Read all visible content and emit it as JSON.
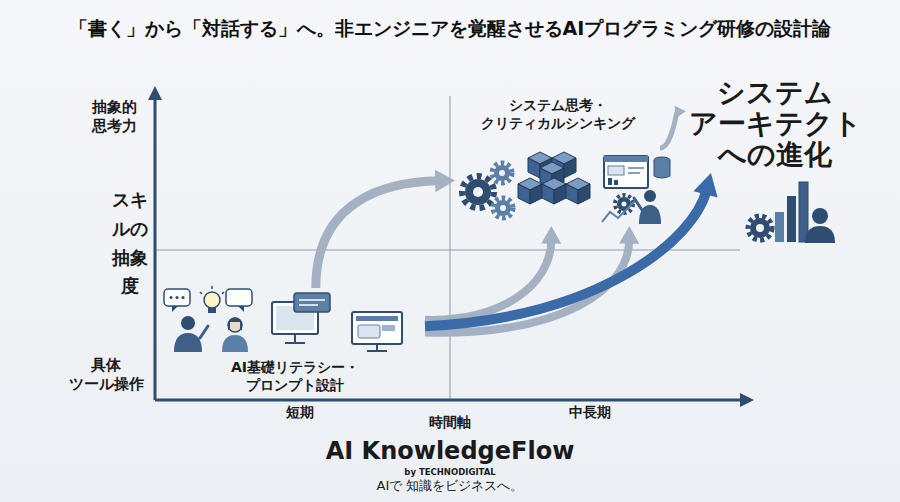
{
  "diagram": {
    "title": "「書く」から「対話する」へ。非エンジニアを覚醒させるAIプログラミング研修の設計論",
    "nodes": [
      {
        "text": [
          "AI基礎リテラシー・ プロンプト設計"
        ]
      },
      {
        "text": [
          "システム思考・ クリティカルシンキング"
        ]
      },
      {
        "text": [
          "システム アーキテクト への進化"
        ]
      }
    ],
    "edges": [
      {
        "from": 0,
        "to": 1,
        "arrow": "to"
      },
      {
        "from": 0,
        "to": 1,
        "arrow": "to"
      },
      {
        "from": 0,
        "to": 1,
        "arrow": "to"
      },
      {
        "from": 0,
        "to": 2,
        "arrow": "to"
      },
      {
        "from": 1,
        "to": 2,
        "arrow": "to"
      }
    ],
    "labels": [
      "抽象的 思考力",
      "スキルの抽象度",
      "具体 ツール操作",
      "短期",
      "時間軸",
      "中長期",
      "AI KnowledgeFlow",
      "by TECHNODIGITAL",
      "AIで 知識をビジネスへ。"
    ]
  }
}
